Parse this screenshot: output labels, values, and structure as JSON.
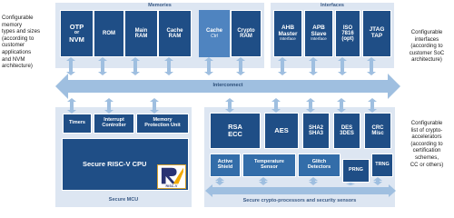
{
  "left_note": [
    "Configurable",
    "memory",
    "types and sizes",
    "(according to",
    "customer",
    "applications",
    "and NVM",
    "architecture)"
  ],
  "right_note_top": [
    "Configurable",
    "interfaces",
    "(according to",
    "customer SoC",
    "architecture)"
  ],
  "right_note_bottom": [
    "Configurable",
    "list of crypto-",
    "accelerators",
    "(according to",
    "certification",
    "schemes,",
    "CC or others)"
  ],
  "memories": {
    "title": "Memories",
    "otp": [
      "OTP",
      "or",
      "NVM"
    ],
    "rom": "ROM",
    "main_ram": [
      "Main",
      "RAM"
    ],
    "cache_ram": [
      "Cache",
      "RAM"
    ],
    "cache_ctrl": [
      "Cache",
      "Ctrl"
    ],
    "crypto_ram": [
      "Crypto",
      "RAM"
    ]
  },
  "interfaces": {
    "title": "Interfaces",
    "ahb": [
      "AHB",
      "Master",
      "Interface"
    ],
    "apb": [
      "APB",
      "Slave",
      "Interface"
    ],
    "iso": [
      "ISO",
      "7816",
      "(opt)"
    ],
    "jtag": [
      "JTAG",
      "TAP"
    ]
  },
  "interconnect": "Interconnect",
  "secure_mcu": {
    "title": "Secure MCU",
    "timers": "Timers",
    "interrupt": [
      "Interrupt",
      "Controller"
    ],
    "mpu": [
      "Memory",
      "Protection Unit"
    ],
    "cpu": "Secure RISC-V CPU",
    "logo_text": "RISC-V"
  },
  "crypto": {
    "title": "Secure crypto-processors and security sensors",
    "rsa": [
      "RSA",
      "ECC"
    ],
    "aes": "AES",
    "sha": [
      "SHA2",
      "SHA3"
    ],
    "des": [
      "DES",
      "3DES"
    ],
    "crc": [
      "CRC",
      "Misc"
    ],
    "shield": [
      "Active",
      "Shield"
    ],
    "temp": [
      "Temperature",
      "Sensor"
    ],
    "glitch": [
      "Glitch",
      "Detectors"
    ],
    "prng": "PRNG",
    "trng": "TRNG"
  },
  "colors": {
    "dark_block": "#1f4e86",
    "mid_block": "#336da9",
    "panel": "#dde6f2",
    "arrow": "#9fbfe0"
  }
}
